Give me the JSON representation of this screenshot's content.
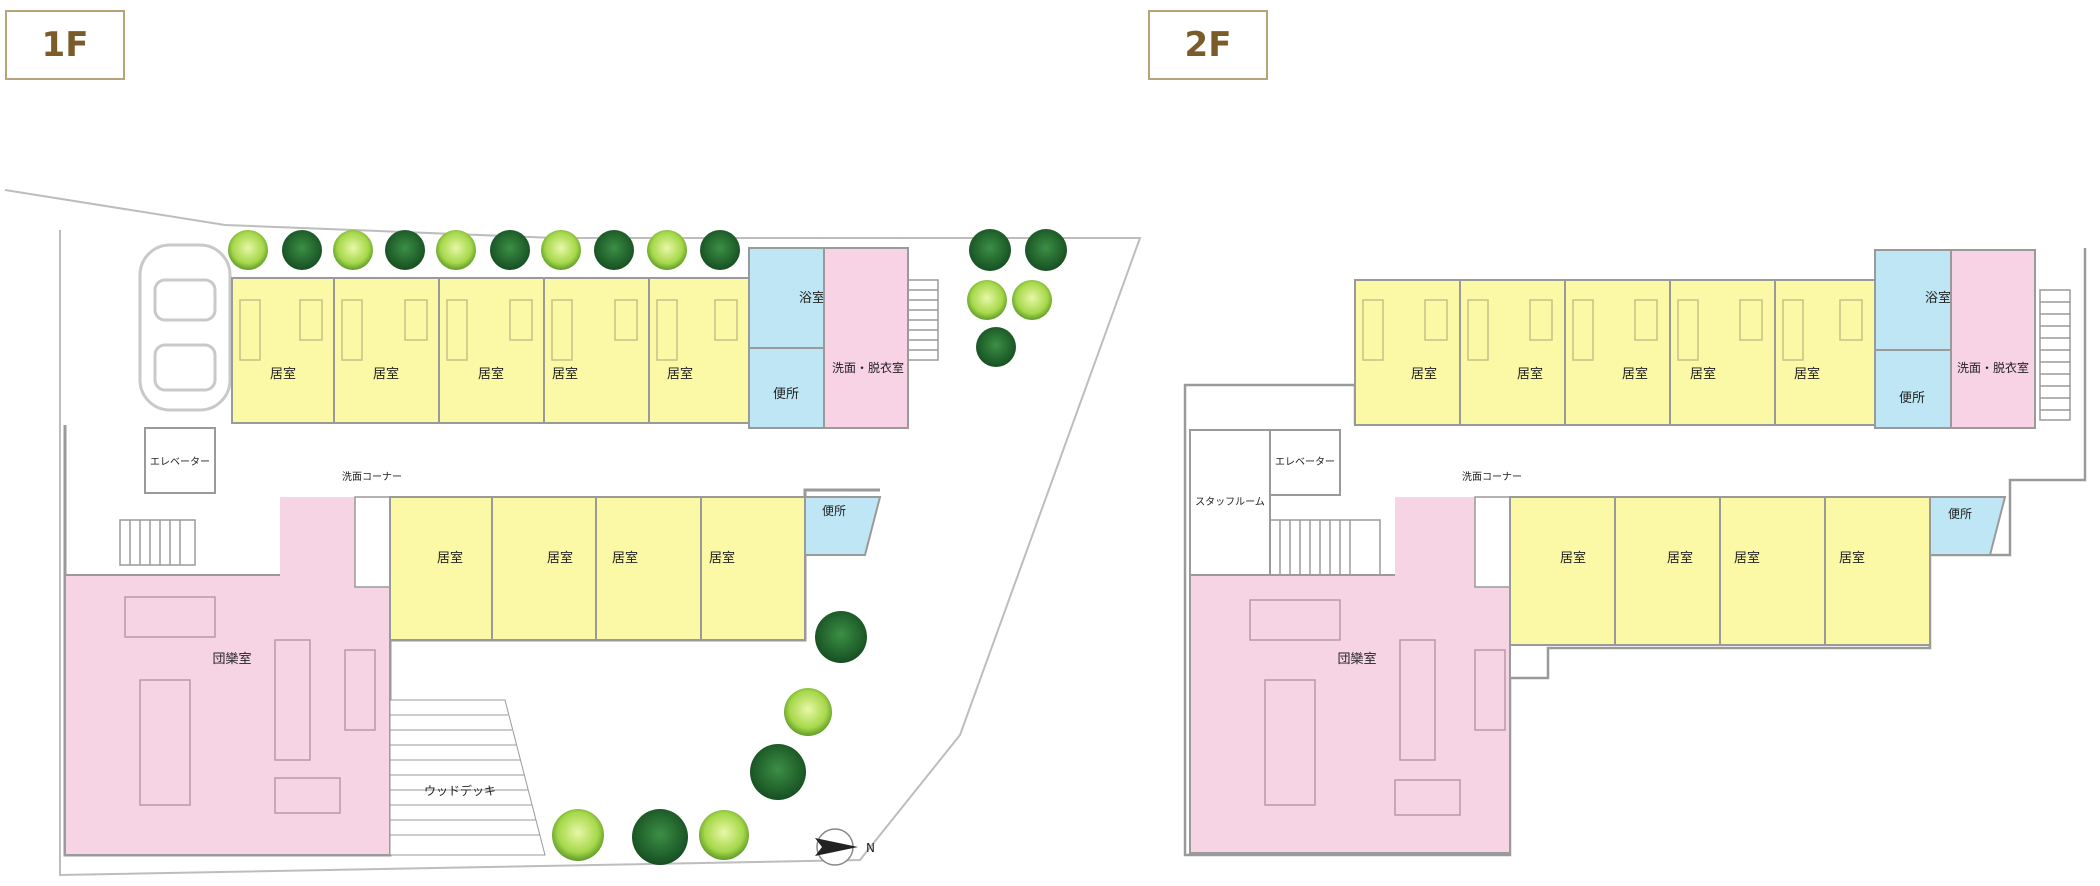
{
  "floor1": {
    "label": "1F",
    "labels": {
      "kyoshitsu": "居室",
      "yokushitsu": "浴室",
      "benjo": "便所",
      "senmen_datsui": "洗面・脱衣室",
      "elevator": "エレベーター",
      "senmen_corner": "洗面コーナー",
      "dining": "団欒室",
      "deck": "ウッドデッキ",
      "north": "N"
    }
  },
  "floor2": {
    "label": "2F",
    "labels": {
      "kyoshitsu": "居室",
      "yokushitsu": "浴室",
      "benjo": "便所",
      "senmen_datsui": "洗面・脱衣室",
      "elevator": "エレベーター",
      "staff_room": "スタッフルーム",
      "senmen_corner": "洗面コーナー",
      "dining": "団欒室"
    }
  },
  "colors": {
    "bedroom": "#fbf8a6",
    "bath": "#bfe6f5",
    "washroom": "#f8d3e6",
    "dining": "#f7d4e4",
    "tree_dark": "#1f6b2e",
    "tree_light": "#a6d84a",
    "wall": "#9a9a9a"
  }
}
